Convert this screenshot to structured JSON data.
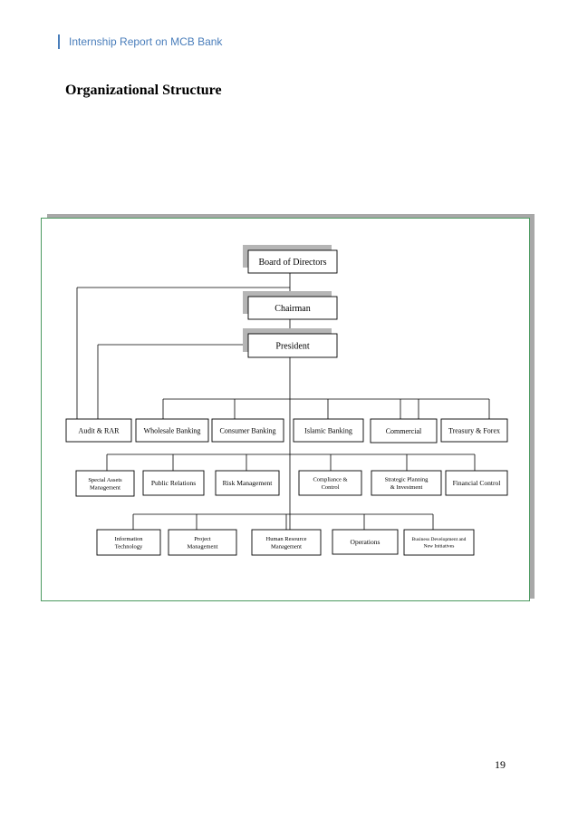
{
  "header": {
    "title": "Internship Report on MCB Bank"
  },
  "page": {
    "title": "Organizational Structure",
    "number": "19"
  },
  "org_chart": {
    "top": [
      "Board of Directors",
      "Chairman",
      "President"
    ],
    "row1": [
      "Audit & RAR",
      "Wholesale Banking",
      "Consumer  Banking",
      "Islamic Banking",
      "Commercial",
      "Treasury & Forex"
    ],
    "row2": [
      [
        "Special Assets",
        "Management"
      ],
      [
        "Public Relations"
      ],
      [
        "Risk Management"
      ],
      [
        "Compliance &",
        "Control"
      ],
      [
        "Strategic Planning",
        "& Investment"
      ],
      [
        "Financial Control"
      ]
    ],
    "row3": [
      [
        "Information",
        "Technology"
      ],
      [
        "Project",
        "Management"
      ],
      [
        "Human Resource",
        "Management"
      ],
      [
        "Operations"
      ],
      [
        "Business Development and",
        "New Initiatives"
      ]
    ]
  }
}
